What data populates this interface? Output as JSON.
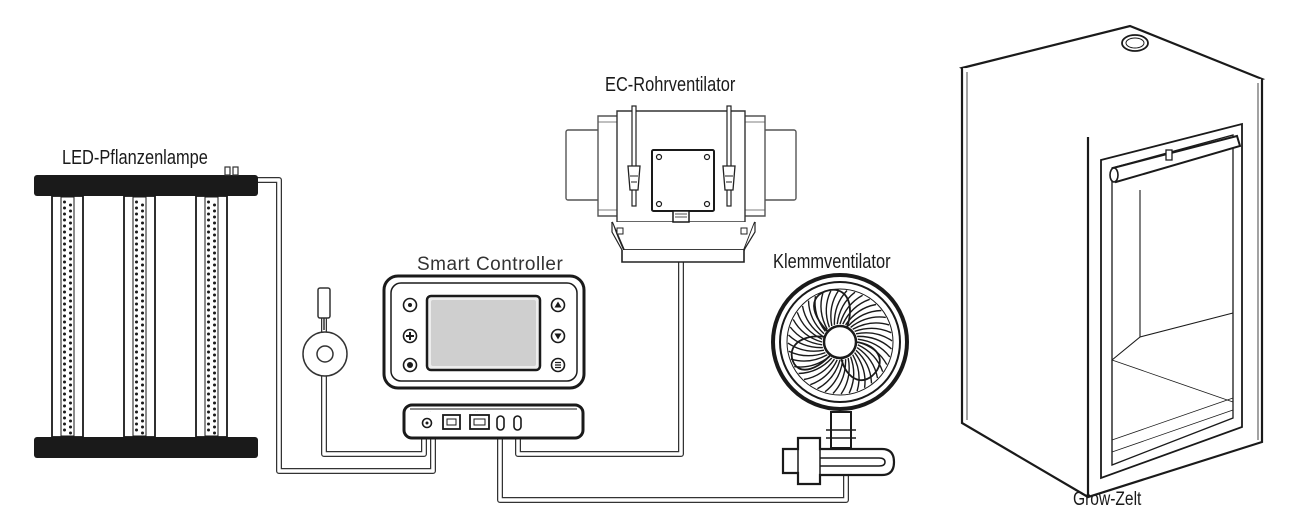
{
  "labels": {
    "led_lamp": "LED-Pflanzenlampe",
    "smart_controller": "Smart Controller",
    "ec_fan": "EC-Rohrventilator",
    "clip_fan": "Klemmventilator",
    "grow_tent": "Grow-Zelt"
  },
  "controller_icons": {
    "left": [
      "sun-icon",
      "fan-icon",
      "power-icon"
    ],
    "right": [
      "arrow-up-icon",
      "arrow-down-icon",
      "menu-icon"
    ]
  },
  "colors": {
    "line": "#1a1a1a",
    "outline": "#333333",
    "screen": "#cfcfcf",
    "cable": "#ffffff"
  }
}
